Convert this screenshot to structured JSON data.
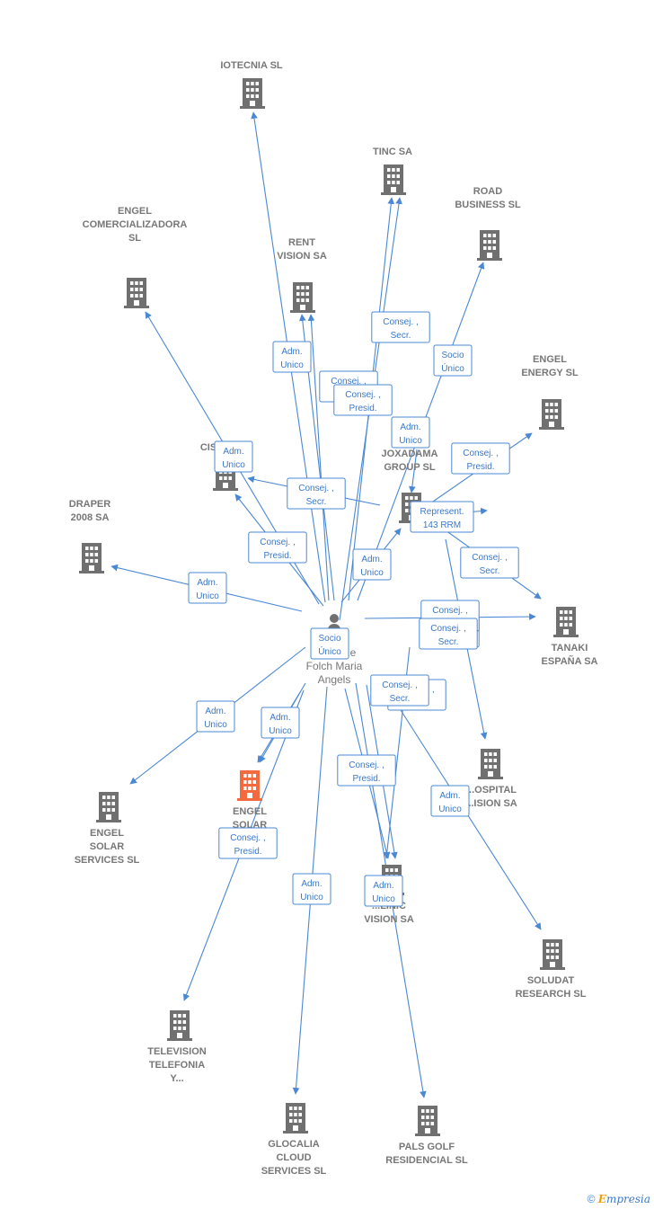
{
  "center": {
    "name_lines": [
      "...e",
      "Folch Maria",
      "Angels"
    ],
    "icon": "person-icon"
  },
  "companies": [
    {
      "id": "iotecnia",
      "label": [
        "IOTECNIA SL"
      ]
    },
    {
      "id": "tinc",
      "label": [
        "TINC SA"
      ]
    },
    {
      "id": "road",
      "label": [
        "ROAD",
        "BUSINESS SL"
      ]
    },
    {
      "id": "engel-com",
      "label": [
        "ENGEL",
        "COMERCIALIZADORA",
        "SL"
      ]
    },
    {
      "id": "rent",
      "label": [
        "RENT",
        "VISION SA"
      ]
    },
    {
      "id": "engel-energy",
      "label": [
        "ENGEL",
        "ENERGY SL"
      ]
    },
    {
      "id": "cis",
      "label": [
        "CIS"
      ]
    },
    {
      "id": "joxadama",
      "label": [
        "JOXADAMA",
        "GROUP SL"
      ]
    },
    {
      "id": "draper",
      "label": [
        "DRAPER",
        "2008 SA"
      ]
    },
    {
      "id": "tanaki",
      "label": [
        "TANAKI",
        "ESPAÑA SA"
      ]
    },
    {
      "id": "hospital",
      "label": [
        "...OSPITAL",
        "...ISION SA"
      ]
    },
    {
      "id": "engel-solar-res",
      "label": [
        "ENGEL",
        "SOLAR",
        "RE...ES..."
      ],
      "highlight": true
    },
    {
      "id": "engel-solar-serv",
      "label": [
        "ENGEL",
        "SOLAR",
        "SERVICES SL"
      ]
    },
    {
      "id": "clinic",
      "label": [
        "...LINIC",
        "VISION SA"
      ]
    },
    {
      "id": "soludat",
      "label": [
        "SOLUDAT",
        "RESEARCH SL"
      ]
    },
    {
      "id": "television",
      "label": [
        "TELEVISION",
        "TELEFONIA",
        "Y..."
      ]
    },
    {
      "id": "glocalia",
      "label": [
        "GLOCALIA",
        "CLOUD",
        "SERVICES SL"
      ]
    },
    {
      "id": "pals",
      "label": [
        "PALS GOLF",
        "RESIDENCIAL SL"
      ]
    }
  ],
  "relations": [
    {
      "target": "iotecnia",
      "roles": [
        "Adm.",
        "Unico"
      ]
    },
    {
      "target": "tinc",
      "roles": [
        "Consej. ,",
        "Secr."
      ]
    },
    {
      "target": "road",
      "roles": [
        "Socio",
        "Único"
      ]
    },
    {
      "target": "rent",
      "roles": [
        "Consej. ,",
        "Presid."
      ]
    },
    {
      "target": "rent",
      "roles": [
        "Consej. ,",
        "Presid."
      ]
    },
    {
      "target": "engel-com",
      "roles": [
        "Adm.",
        "Unico"
      ]
    },
    {
      "target": "cis",
      "roles": [
        "Consej. ,",
        "Presid."
      ]
    },
    {
      "target": "cis",
      "roles": [
        "Consej. ,",
        "Secr."
      ]
    },
    {
      "target": "joxadama",
      "roles": [
        "Adm.",
        "Unico"
      ]
    },
    {
      "target": "joxadama",
      "roles": [
        "Adm.",
        "Unico"
      ]
    },
    {
      "target": "engel-energy",
      "roles": [
        "Consej. ,",
        "Presid."
      ]
    },
    {
      "target": "engel-energy",
      "roles": [
        "Represent.",
        "143 RRM"
      ]
    },
    {
      "target": "draper",
      "roles": [
        "Adm.",
        "Unico"
      ]
    },
    {
      "target": "tanaki",
      "roles": [
        "Consej. ,",
        "Secr."
      ]
    },
    {
      "target": "tanaki",
      "roles": [
        "Consej. ,",
        "Presid."
      ]
    },
    {
      "target": "hospital",
      "roles": [
        "Consej. ,",
        "Secr."
      ]
    },
    {
      "target": "engel-solar-res",
      "roles": [
        "Socio",
        "Único"
      ]
    },
    {
      "target": "engel-solar-res",
      "roles": [
        "Adm.",
        "Unico"
      ]
    },
    {
      "target": "engel-solar-serv",
      "roles": [
        "Adm.",
        "Unico"
      ]
    },
    {
      "target": "clinic",
      "roles": [
        "Consej. ,",
        "Presid."
      ]
    },
    {
      "target": "clinic",
      "roles": [
        "Adm.",
        "Unico"
      ]
    },
    {
      "target": "soludat",
      "roles": [
        "Adm.",
        "Unico"
      ]
    },
    {
      "target": "television",
      "roles": [
        "Consej. ,",
        "Presid."
      ]
    },
    {
      "target": "glocalia",
      "roles": [
        "Adm.",
        "Unico"
      ]
    },
    {
      "target": "pals",
      "roles": [
        "Adm.",
        "Unico"
      ]
    }
  ],
  "colors": {
    "edge": "#4a88d4",
    "building": "#707070",
    "building_highlight": "#f26a3d",
    "label": "#777777"
  },
  "footer": {
    "copyright": "©",
    "brand_initial": "E",
    "brand_rest": "mpresia"
  }
}
